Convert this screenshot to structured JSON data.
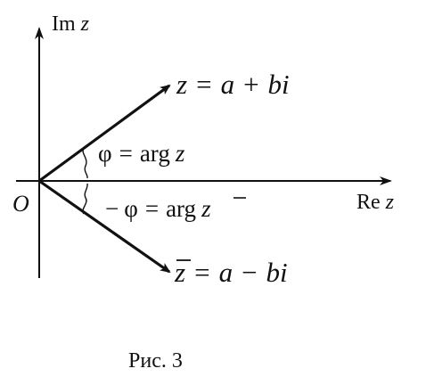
{
  "axes": {
    "imag": {
      "name": "Im",
      "var": "z"
    },
    "real": {
      "name": "Re",
      "var": "z"
    },
    "origin": "O"
  },
  "vectors": {
    "z": {
      "lhs": "z",
      "eq": "=",
      "a": "a",
      "op": "+",
      "b": "b",
      "i": "i"
    },
    "zbar": {
      "lhs": "z",
      "eq": "=",
      "a": "a",
      "op": "−",
      "b": "b",
      "i": "i"
    }
  },
  "angles": {
    "upper": {
      "phi": "φ",
      "eq": "=",
      "fn": "arg",
      "var": "z"
    },
    "lower": {
      "neg": "−",
      "phi": "φ",
      "eq": "=",
      "fn": "arg",
      "var": "z"
    }
  },
  "caption": "Рис. 3",
  "colors": {
    "ink": "#111111",
    "background": "#ffffff"
  }
}
